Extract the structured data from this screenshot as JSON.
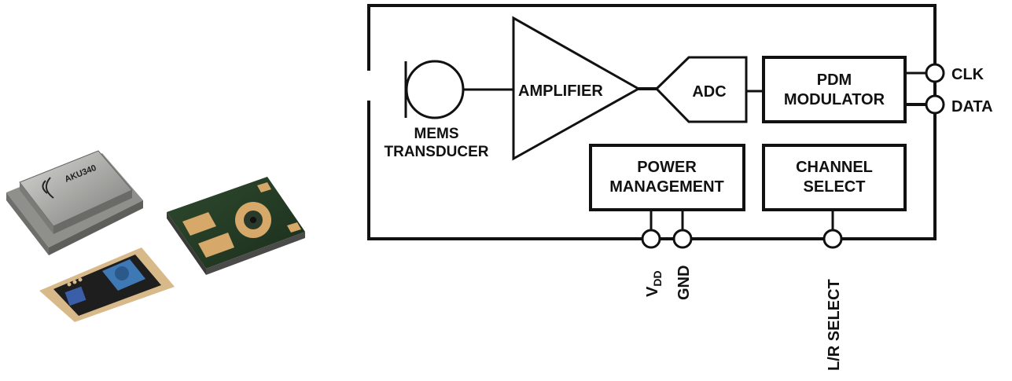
{
  "photo": {
    "description": "MEMS microphone packages",
    "package_marking": "AKU340"
  },
  "diagram": {
    "blocks": {
      "mems": {
        "line1": "MEMS",
        "line2": "TRANSDUCER"
      },
      "amplifier": {
        "label": "AMPLIFIER"
      },
      "adc": {
        "label": "ADC"
      },
      "pdm": {
        "line1": "PDM",
        "line2": "MODULATOR"
      },
      "power": {
        "line1": "POWER",
        "line2": "MANAGEMENT"
      },
      "channel": {
        "line1": "CHANNEL",
        "line2": "SELECT"
      }
    },
    "pins": {
      "clk": "CLK",
      "data": "DATA",
      "vdd_main": "V",
      "vdd_sub": "DD",
      "gnd": "GND",
      "lr_select": "L/R SELECT"
    }
  }
}
